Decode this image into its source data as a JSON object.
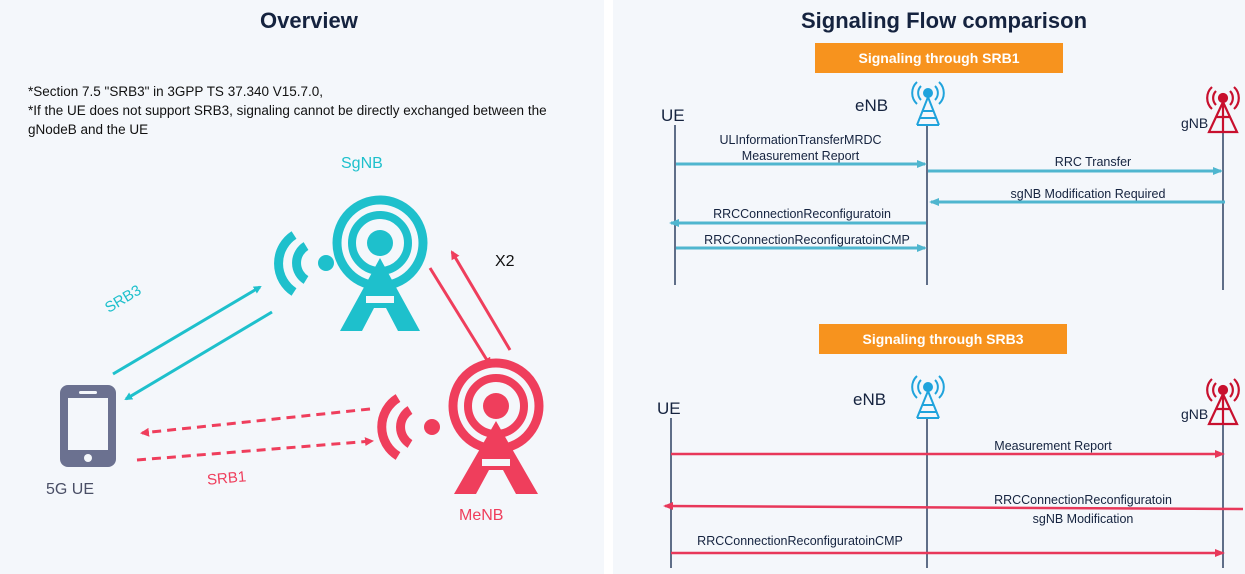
{
  "overview": {
    "title": "Overview",
    "note_line1": "*Section 7.5 \"SRB3\" in 3GPP TS 37.340 V15.7.0,",
    "note_line2": "*If the UE does not support SRB3, signaling cannot be directly exchanged between the",
    "note_line3": "gNodeB and the UE",
    "labels": {
      "sgnb": "SgNB",
      "x2": "X2",
      "srb3": "SRB3",
      "srb1": "SRB1",
      "ue": "5G UE",
      "menb": "MeNB"
    },
    "colors": {
      "teal": "#1ec0cc",
      "red": "#ef3e5c",
      "phone": "#6b7190"
    }
  },
  "flow": {
    "title": "Signaling Flow comparison",
    "colors": {
      "banner": "#f7931e",
      "arrow_teal": "#4fb6cf",
      "arrow_red": "#e8385a",
      "tower_blue": "#1fa3dc",
      "tower_red": "#c8102e"
    },
    "srb1": {
      "banner": "Signaling through SRB1",
      "ue": "UE",
      "enb": "eNB",
      "gnb": "gNB",
      "msg1a": "ULInformationTransferMRDC",
      "msg1b": "Measurement Report",
      "msg2": "RRC Transfer",
      "msg3": "sgNB Modification Required",
      "msg4": "RRCConnectionReconfiguratoin",
      "msg5": "RRCConnectionReconfiguratoinCMP"
    },
    "srb3": {
      "banner": "Signaling through SRB3",
      "ue": "UE",
      "enb": "eNB",
      "gnb": "gNB",
      "msg1": "Measurement Report",
      "msg2a": "RRCConnectionReconfiguratoin",
      "msg2b": "sgNB Modification",
      "msg3": "RRCConnectionReconfiguratoinCMP"
    }
  }
}
